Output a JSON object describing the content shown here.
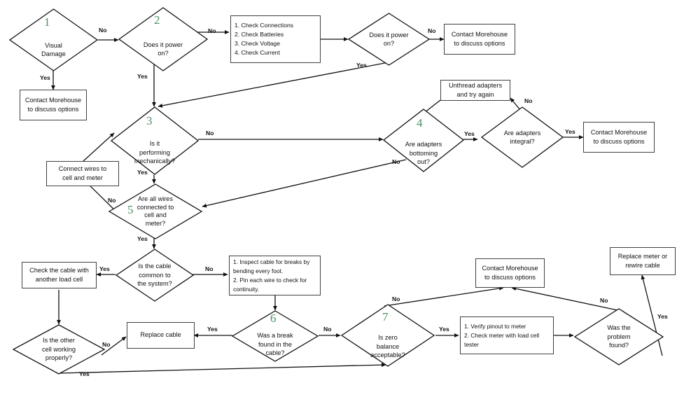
{
  "diagram": {
    "title": "Load Cell Troubleshooting Flowchart",
    "accent_number_color": "#4d9160",
    "line_color": "#111111",
    "box_border_color": "#404040",
    "background": "#ffffff"
  },
  "nodes": {
    "d1": {
      "num": "1",
      "text": "Visual\nDamage"
    },
    "d2": {
      "num": "2",
      "text": "Does it power\non?"
    },
    "b_checks": {
      "text": "1. Check Connections\n2. Check Batteries\n3. Check Voltage\n4. Check Current"
    },
    "d_power2": {
      "num": "",
      "text": "Does it power\non?"
    },
    "b_contact1": {
      "text": "Contact Morehouse\nto discuss options"
    },
    "b_contact2": {
      "text": "Contact Morehouse\nto discuss options"
    },
    "b_unthread": {
      "text": "Unthread adapters\nand try again"
    },
    "d3": {
      "num": "3",
      "text": "Is it\nperforming\nmechanically?"
    },
    "d4": {
      "num": "4",
      "text": "Are adapters\nbottoming\nout?"
    },
    "d_integral": {
      "num": "",
      "text": "Are adapters\nintegral?"
    },
    "b_contact3": {
      "text": "Contact Morehouse\nto discuss options"
    },
    "b_connect": {
      "text": "Connect wires to\ncell and meter"
    },
    "d5": {
      "num": "5",
      "text": "Are all wires\nconnected to\ncell and\nmeter?"
    },
    "d_cable_common": {
      "num": "",
      "text": "Is the cable\ncommon to\nthe system?"
    },
    "b_check_cable": {
      "text": "Check the cable with\nanother load cell"
    },
    "b_inspect": {
      "text": "1. Inspect cable for breaks by\nbending every foot.\n2. Pin each wire to check for\ncontinuity."
    },
    "d_other_cell": {
      "num": "",
      "text": "Is the other\ncell working\nproperly?"
    },
    "b_replace_cable": {
      "text": "Replace cable"
    },
    "d6": {
      "num": "6",
      "text": "Was a break\nfound in the\ncable?"
    },
    "d7": {
      "num": "7",
      "text": "Is zero\nbalance\nacceptable?"
    },
    "b_contact4": {
      "text": "Contact Morehouse\nto discuss options"
    },
    "b_verify": {
      "text": "1. Verify pinout to meter\n2. Check meter with load cell\ntester"
    },
    "d_problem_found": {
      "num": "",
      "text": "Was the\nproblem\nfound?"
    },
    "b_replace_meter": {
      "text": "Replace meter or\nrewire cable"
    }
  },
  "edge_labels": {
    "e1": "No",
    "e2": "Yes",
    "e3": "No",
    "e4": "Yes",
    "e5": "No",
    "e6": "Yes",
    "e7": "No",
    "e8": "Yes",
    "e9": "No",
    "e10": "No",
    "e11": "Yes",
    "e12": "Yes",
    "e13": "No",
    "e14": "Yes",
    "e15": "Yes",
    "e16": "No",
    "e17": "No",
    "e18": "Yes",
    "e19": "No",
    "e20": "Yes",
    "e21": "No",
    "e22": "Yes",
    "e23": "No",
    "e24": "Yes"
  }
}
